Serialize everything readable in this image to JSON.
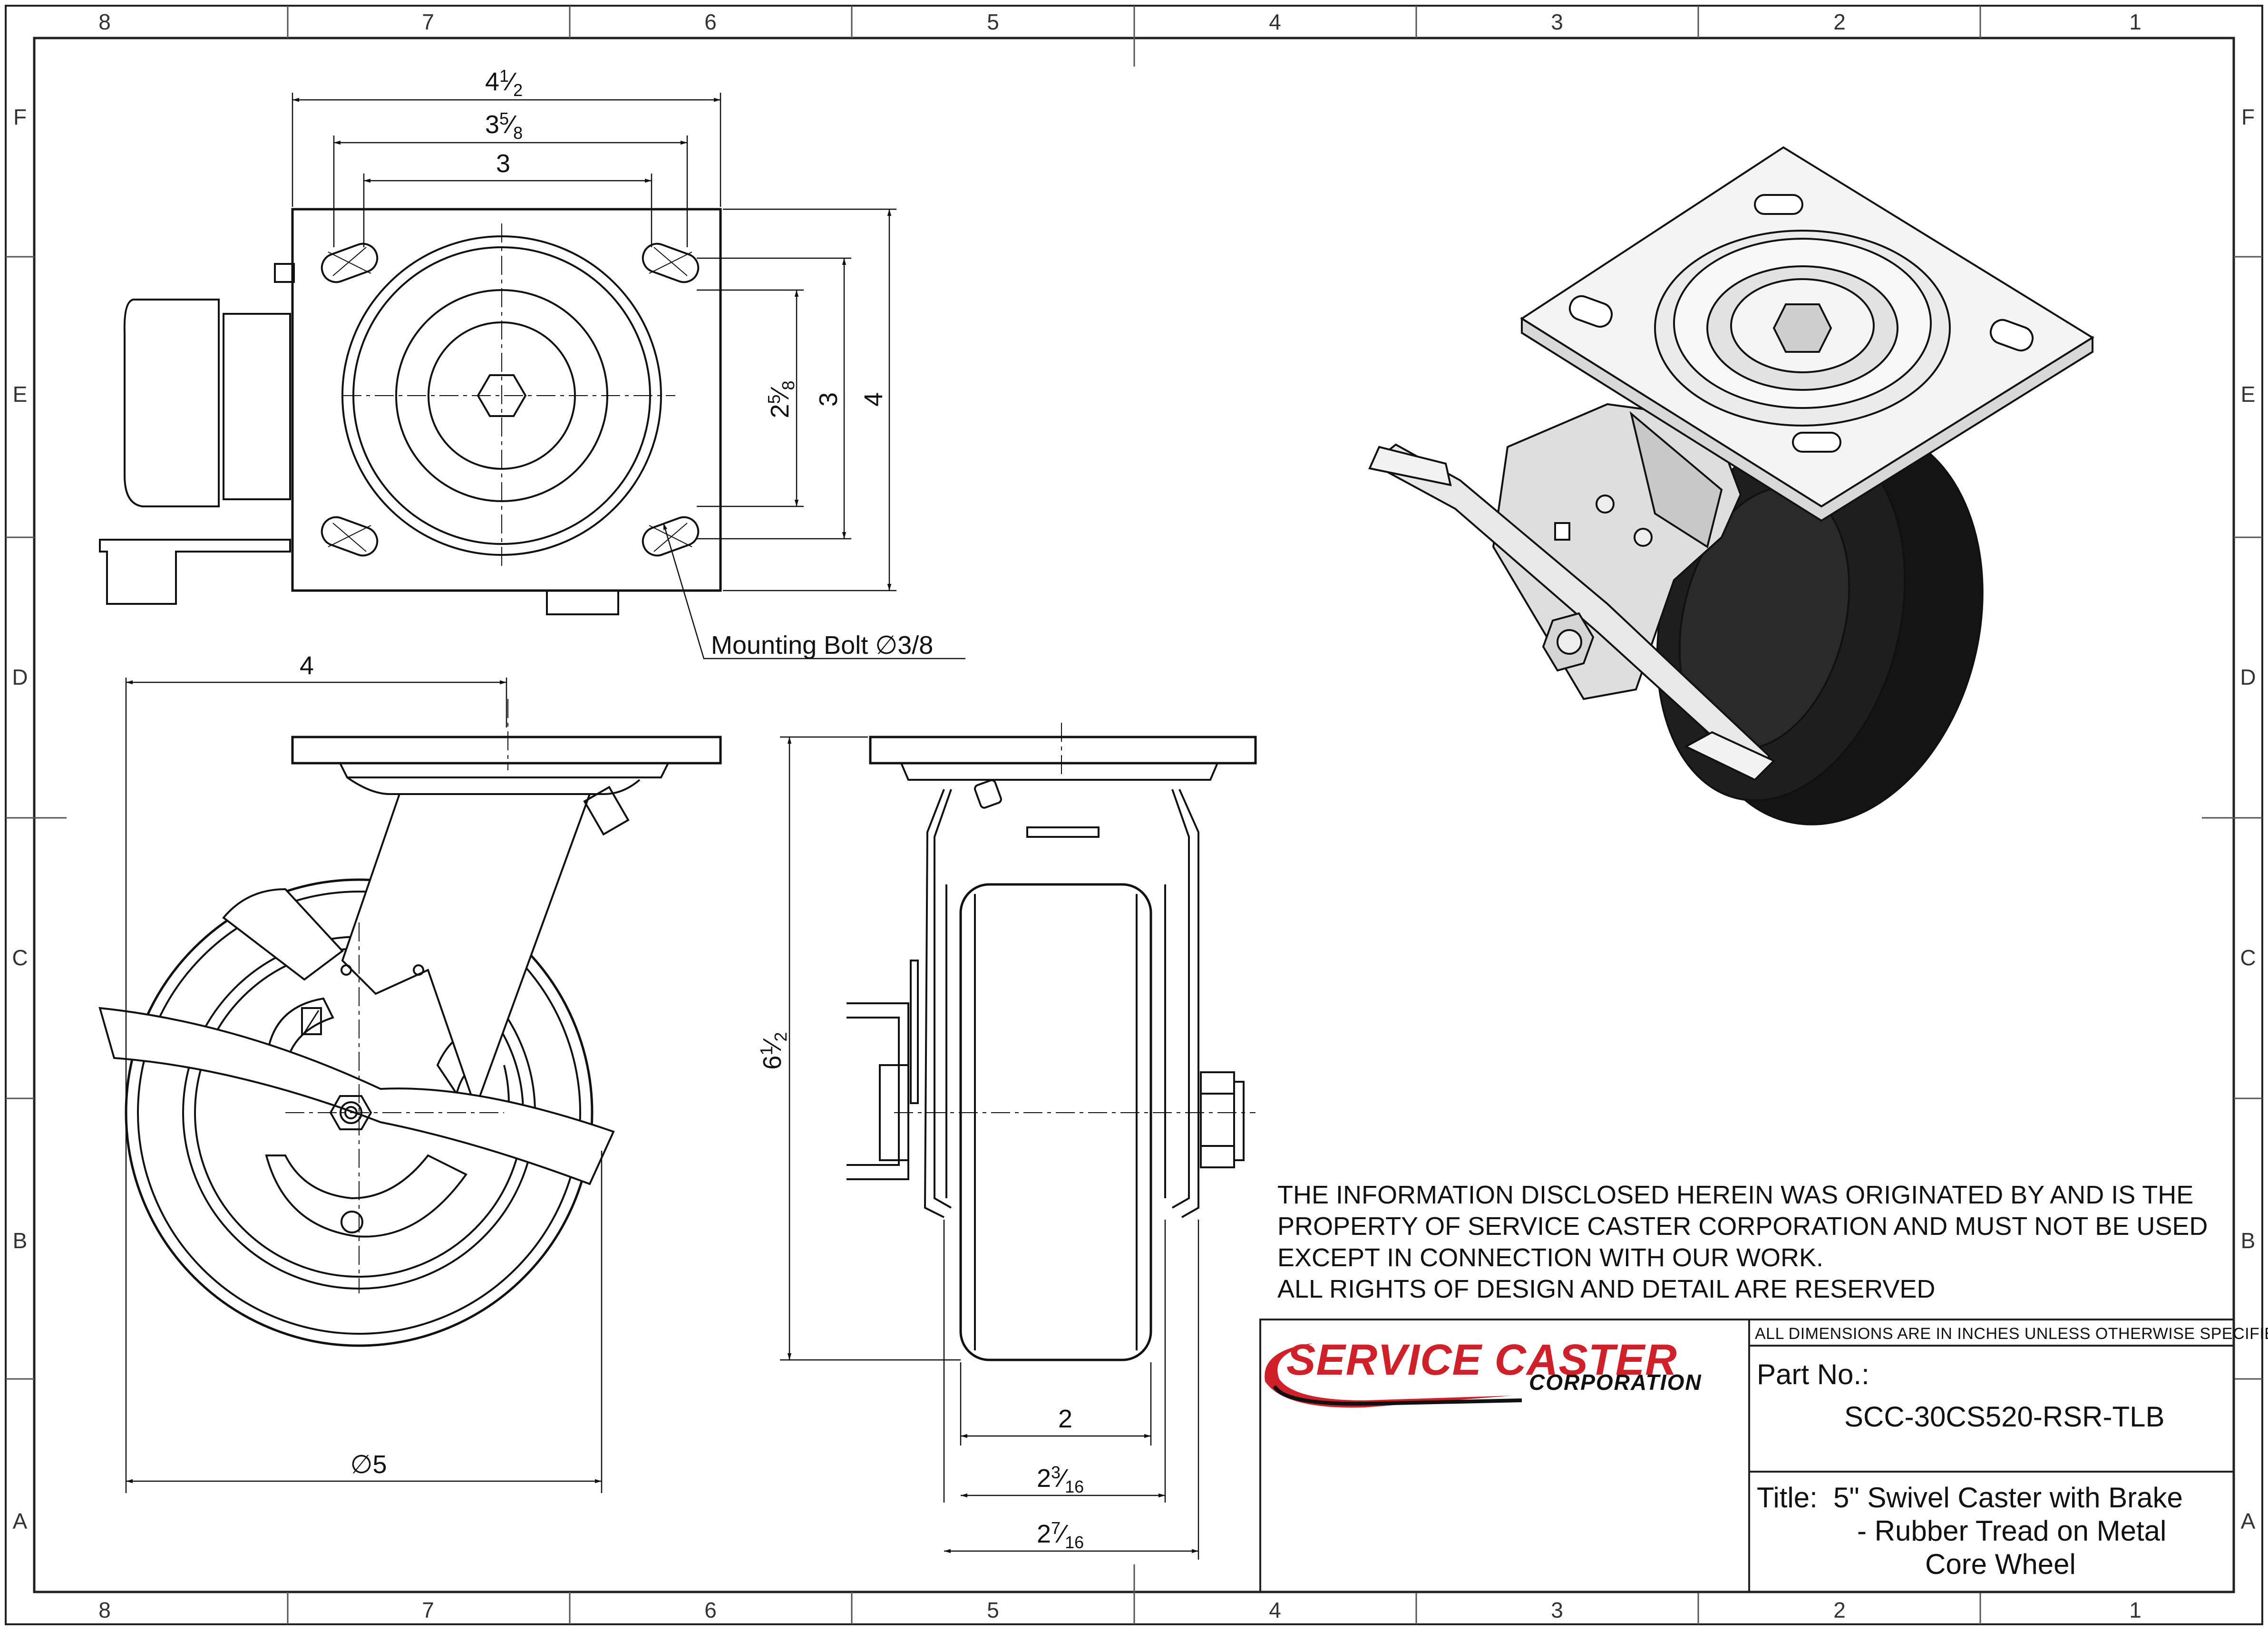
{
  "grid": {
    "columns": [
      "8",
      "7",
      "6",
      "5",
      "4",
      "3",
      "2",
      "1"
    ],
    "rows": [
      "F",
      "E",
      "D",
      "C",
      "B",
      "A"
    ]
  },
  "top_view": {
    "dims": {
      "plate_width": {
        "whole": "4",
        "num": "1",
        "den": "2"
      },
      "bolt_slot_outer": {
        "whole": "3",
        "num": "5",
        "den": "8"
      },
      "bolt_slot_inner": "3",
      "bolt_vertical_inner": {
        "whole": "2",
        "num": "5",
        "den": "8"
      },
      "bolt_vertical_outer": "3",
      "plate_length": "4"
    },
    "callout": "Mounting Bolt ∅3/8"
  },
  "side_view": {
    "dims": {
      "offset": "4",
      "wheel_diameter": "∅5"
    }
  },
  "front_view": {
    "dims": {
      "overall_height": {
        "whole": "6",
        "num": "1",
        "den": "2"
      },
      "tread_width": "2",
      "hub_length": {
        "whole": "2",
        "num": "3",
        "den": "16"
      },
      "overall_width": {
        "whole": "2",
        "num": "7",
        "den": "16"
      }
    }
  },
  "notice": [
    "THE INFORMATION DISCLOSED HEREIN WAS ORIGINATED BY AND IS THE",
    "PROPERTY OF SERVICE CASTER CORPORATION AND MUST NOT BE USED",
    "EXCEPT IN CONNECTION WITH OUR WORK.",
    "ALL RIGHTS OF DESIGN AND DETAIL ARE RESERVED"
  ],
  "title_block": {
    "logo_main": "SERVICE CASTER",
    "logo_sub": "CORPORATION",
    "units_note": "ALL DIMENSIONS ARE IN INCHES UNLESS OTHERWISE SPECIFIED",
    "part_no_label": "Part No.:",
    "part_no": "SCC-30CS520-RSR-TLB",
    "title_label": "Title:",
    "title_lines": [
      "5\" Swivel Caster with Brake",
      "- Rubber Tread on Metal",
      "Core Wheel"
    ]
  },
  "colors": {
    "line": "#111111",
    "logo_red": "#d0202a",
    "tire": "#141414",
    "steel": "#e2e2e2"
  }
}
